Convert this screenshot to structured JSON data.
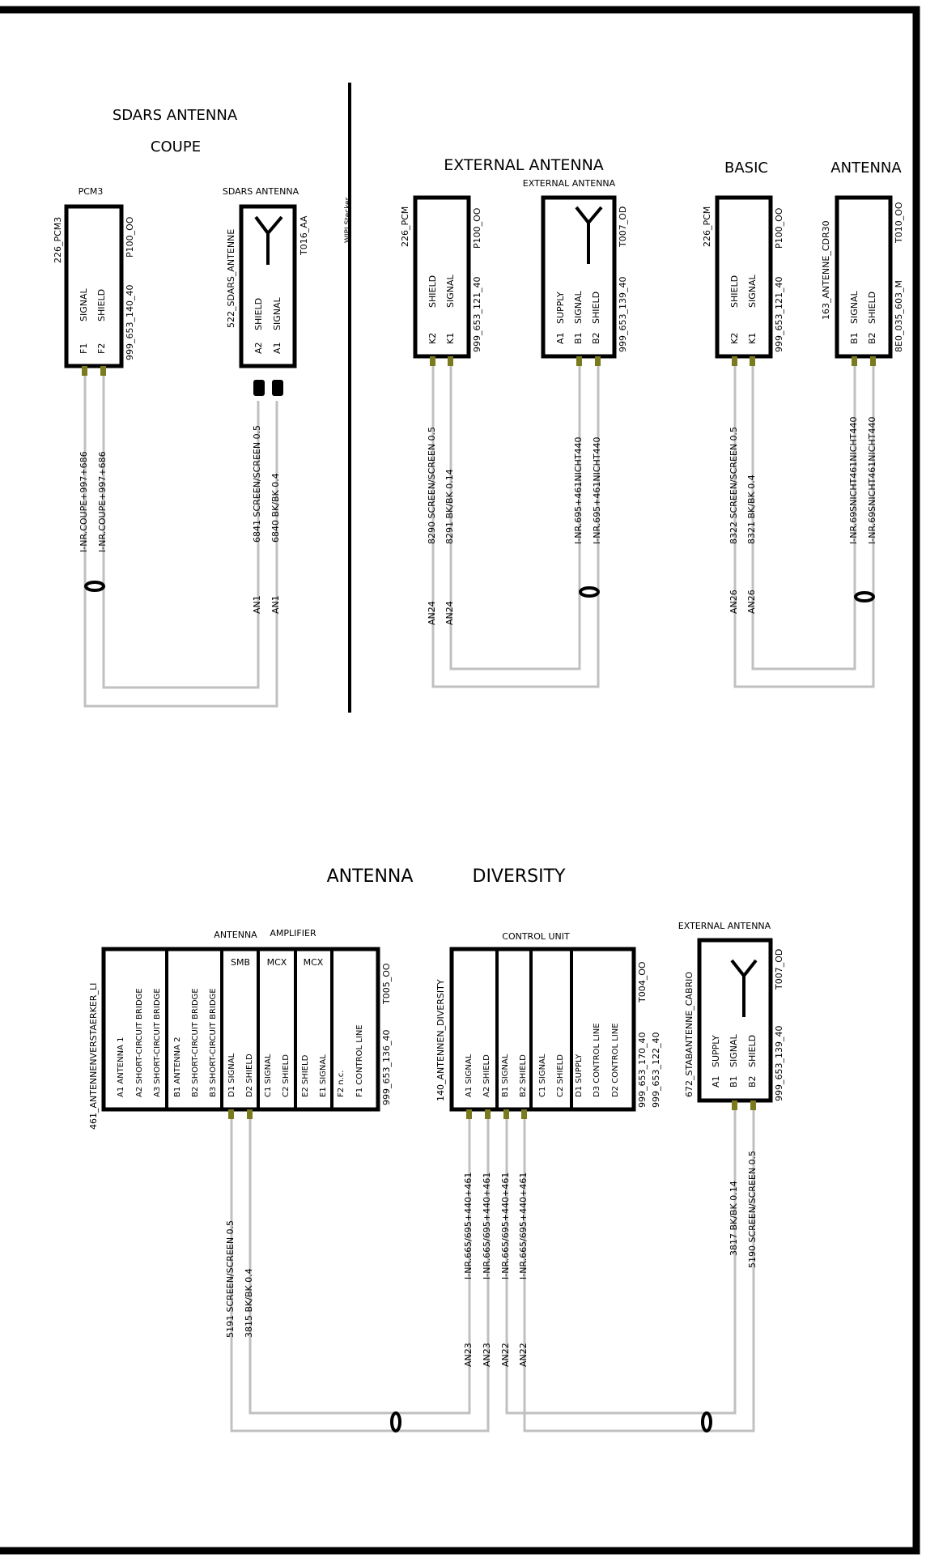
{
  "sections": {
    "sdars_antenna": "SDARS ANTENNA",
    "coupe": "COUPE",
    "external_antenna": "EXTERNAL ANTENNA",
    "basic": "BASIC",
    "antenna": "ANTENNA",
    "antenna_bottom": "ANTENNA",
    "diversity": "DIVERSITY",
    "wipe_marker": "WIPI Stecker"
  },
  "components": {
    "pcm3": {
      "title": "PCM3",
      "id": "226_PCM3",
      "conn": "P100_OO",
      "part": "999_653_140_40",
      "pins": [
        {
          "pin": "F1",
          "label": "SIGNAL"
        },
        {
          "pin": "F2",
          "label": "SHIELD"
        }
      ]
    },
    "sdars": {
      "title": "SDARS ANTENNA",
      "id": "522_SDARS_ANTENNE",
      "conn": "T016_AA",
      "pins": [
        {
          "pin": "A2",
          "label": "SHIELD"
        },
        {
          "pin": "A1",
          "label": "SIGNAL"
        }
      ]
    },
    "pcm_ext": {
      "id": "226_PCM",
      "conn": "P100_OO",
      "part": "999_653_121_40",
      "pins": [
        {
          "pin": "K2",
          "label": "SHIELD"
        },
        {
          "pin": "K1",
          "label": "SIGNAL"
        }
      ]
    },
    "ext_ant": {
      "title": "EXTERNAL ANTENNA",
      "conn": "T007_OD",
      "part": "999_653_139_40",
      "pins": [
        {
          "pin": "A1",
          "label": "SUPPLY"
        },
        {
          "pin": "B1",
          "label": "SIGNAL"
        },
        {
          "pin": "B2",
          "label": "SHIELD"
        }
      ]
    },
    "pcm_basic": {
      "id": "226_PCM",
      "conn": "P100_OO",
      "part": "999_653_121_40",
      "pins": [
        {
          "pin": "K2",
          "label": "SHIELD"
        },
        {
          "pin": "K1",
          "label": "SIGNAL"
        }
      ]
    },
    "cdr30": {
      "id": "163_ANTENNE_CDR30",
      "conn": "T010_OO",
      "part": "8E0_035_603_M",
      "pins": [
        {
          "pin": "B1",
          "label": "SIGNAL"
        },
        {
          "pin": "B2",
          "label": "SHIELD"
        }
      ]
    },
    "amp": {
      "title1": "ANTENNA",
      "title2": "AMPLIFIER",
      "id": "461_ANTENNENVERSTAERKER_LI",
      "conn": "T005_OO",
      "part": "999_653_136_40",
      "sub": [
        "SMB",
        "MCX",
        "MCX"
      ],
      "group1": {
        "head": "A1  ANTENNA    1",
        "rows": [
          "A2  SHORT-CIRCUIT BRIDGE",
          "A3  SHORT-CIRCUIT BRIDGE"
        ]
      },
      "group2": {
        "head": "B1  ANTENNA    2",
        "rows": [
          "B2  SHORT-CIRCUIT BRIDGE",
          "B3  SHORT-CIRCUIT BRIDGE"
        ]
      },
      "smb": [
        "D1  SIGNAL",
        "D2  SHIELD"
      ],
      "mcx1": [
        "C1  SIGNAL",
        "C2  SHIELD"
      ],
      "mcx2": [
        "E2  SHIELD",
        "E1  SIGNAL"
      ],
      "ctrl": [
        "F2  n.c.",
        "F1  CONTROL LINE"
      ]
    },
    "diversity_unit": {
      "title": "CONTROL UNIT",
      "id": "140_ANTENNEN_DIVERSITY",
      "conn": "T004_OO",
      "part1": "999_653_170_40",
      "part2": "999_653_122_40",
      "g1": [
        "A1  SIGNAL",
        "A2  SHIELD"
      ],
      "g2": [
        "B1  SIGNAL",
        "B2  SHIELD"
      ],
      "g3": [
        "C1  SIGNAL",
        "C2  SHIELD"
      ],
      "g4": [
        "D1  SUPPLY",
        "D3  CONTROL LINE",
        "D2  CONTROL LINE"
      ]
    },
    "cabrio": {
      "title": "EXTERNAL ANTENNA",
      "id": "672_STABANTENNE_CABRIO",
      "conn": "T007_OD",
      "part": "999_653_139_40",
      "pins": [
        {
          "pin": "A1",
          "label": "SUPPLY"
        },
        {
          "pin": "B1",
          "label": "SIGNAL"
        },
        {
          "pin": "B2",
          "label": "SHIELD"
        }
      ]
    }
  },
  "wires": {
    "w1a": "I-NR.COUPE+997+686",
    "w1b": "I-NR.COUPE+997+686",
    "w2a": "6841 SCREEN/SCREEN 0.5",
    "w2b": "6840 BK/BK 0.4",
    "w3a": "8290 SCREEN/SCREEN 0.5",
    "w3b": "8291 BK/BK 0.14",
    "w4a": "I-NR.695+461NICHT440",
    "w4b": "I-NR.695+461NICHT440",
    "w5a": "8322 SCREEN/SCREEN 0.5",
    "w5b": "8321 BK/BK 0.4",
    "w6a": "I-NR.69SNICHT461NICHT440",
    "w6b": "I-NR.69SNICHT461NICHT440",
    "w7a": "5191 SCREEN/SCREEN 0.5",
    "w7b": "3815 BK/BK 0.4",
    "w8": "I-NR.665/695+440+461",
    "w9a": "3817 BK/BK 0.14",
    "w9b": "5190 SCREEN/SCREEN 0.5",
    "an1": "AN1",
    "an24": "AN24",
    "an26": "AN26",
    "an23": "AN23",
    "an22": "AN22"
  },
  "colors": {
    "border": "#000000",
    "wire": "#c0c0c0",
    "pin": "#7a7a1e"
  }
}
